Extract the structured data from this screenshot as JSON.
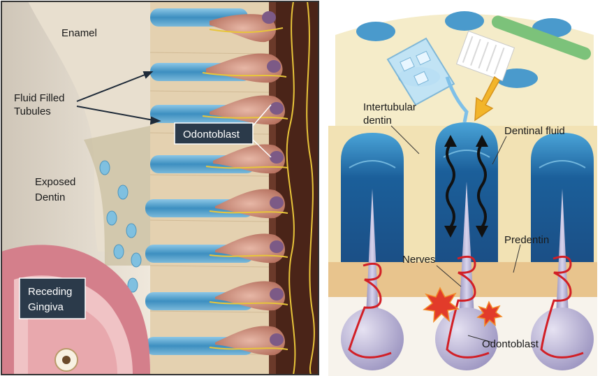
{
  "left_panel": {
    "labels": {
      "enamel": "Enamel",
      "fluid_filled_tubules_1": "Fluid Filled",
      "fluid_filled_tubules_2": "Tubules",
      "odontoblast": "Odontoblast",
      "exposed_dentin_1": "Exposed",
      "exposed_dentin_2": "Dentin",
      "receding_gingiva_1": "Receding",
      "receding_gingiva_2": "Gingiva"
    }
  },
  "right_panel": {
    "labels": {
      "intertubular_dentin_1": "Intertubular",
      "intertubular_dentin_2": "dentin",
      "dentinal_fluid": "Dentinal fluid",
      "predentin": "Predentin",
      "nerves": "Nerves",
      "odontoblast": "Odontoblast"
    }
  },
  "colors": {
    "tubule_blue": "#5aa6cf",
    "dentin_tan": "#e6d3b3",
    "nerve_yellow": "#e8c53a",
    "odontoblast_pink": "#c98a78",
    "gingiva_pink": "#e79aa3",
    "label_box": "#2b3a4a",
    "pain_red": "#e23b2a",
    "toothbrush_green": "#7cc27a"
  }
}
